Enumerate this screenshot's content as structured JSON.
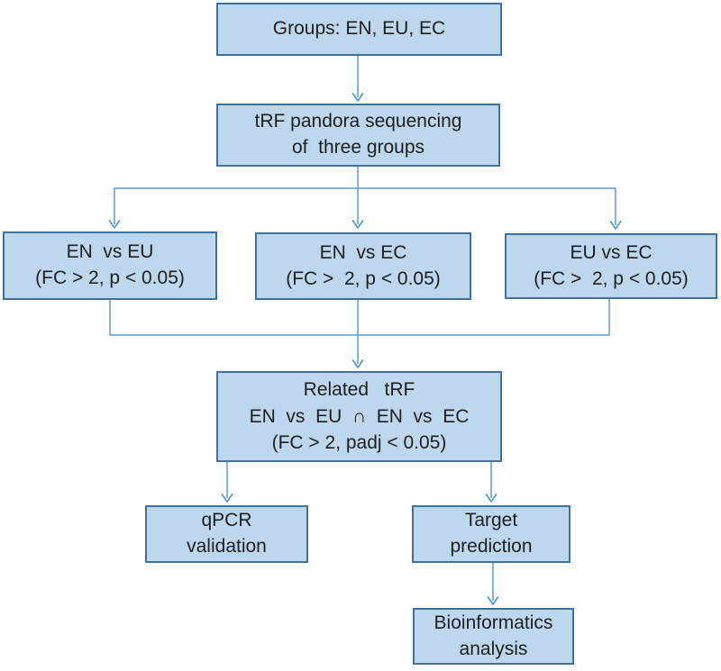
{
  "diagram": {
    "type": "flowchart",
    "colors": {
      "box_fill": "#BDD7EE",
      "box_border": "#41719C",
      "connector": "#5B9BD5",
      "text": "#1F1F1F",
      "background": "#FFFFFF"
    },
    "nodes": {
      "groups": {
        "text": "Groups: EN, EU, EC"
      },
      "sequencing": {
        "text": "tRF pandora sequencing\nof  three groups"
      },
      "en_vs_eu": {
        "text": "EN  vs EU\n(FC > 2, p < 0.05)"
      },
      "en_vs_ec": {
        "text": "EN  vs EC\n(FC >  2, p < 0.05)"
      },
      "eu_vs_ec": {
        "text": "EU vs EC\n(FC >  2, p < 0.05)"
      },
      "related": {
        "text": "Related   tRF\nEN  vs  EU  ∩  EN  vs  EC\n(FC > 2, padj < 0.05)"
      },
      "qpcr": {
        "text": "qPCR\nvalidation"
      },
      "target": {
        "text": "Target\nprediction"
      },
      "bioinformatics": {
        "text": "Bioinformatics\nanalysis"
      }
    },
    "edges": [
      "groups -> sequencing",
      "sequencing -> en_vs_eu",
      "sequencing -> en_vs_ec",
      "sequencing -> eu_vs_ec",
      "en_vs_eu -> related",
      "en_vs_ec -> related",
      "eu_vs_ec -> related",
      "related -> qpcr",
      "related -> target",
      "target -> bioinformatics"
    ]
  }
}
